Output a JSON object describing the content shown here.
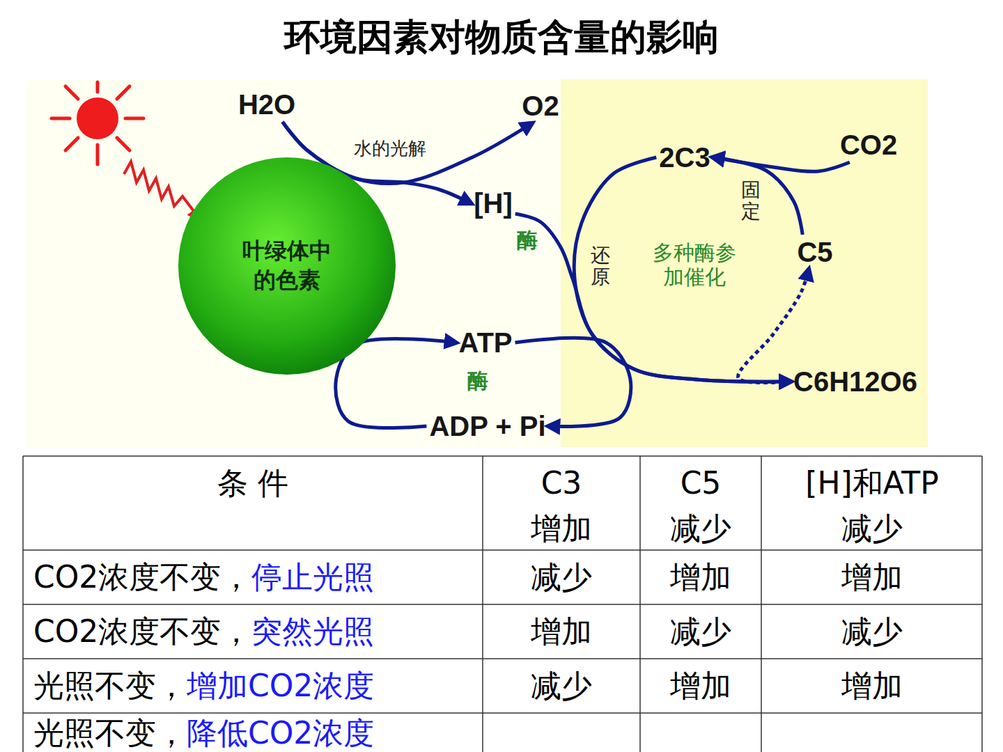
{
  "diagram": {
    "title": "环境因素对物质含量的影响",
    "nodes": [
      {
        "text": [
          "叶绿体中的色素"
        ]
      },
      {
        "text": [
          "H2O"
        ]
      },
      {
        "text": [
          "O2"
        ]
      },
      {
        "text": [
          "[H]"
        ]
      },
      {
        "text": [
          "ATP"
        ]
      },
      {
        "text": [
          "ADP + Pi"
        ]
      },
      {
        "text": [
          "2C3"
        ]
      },
      {
        "text": [
          "CO2"
        ]
      },
      {
        "text": [
          "C5"
        ]
      },
      {
        "text": [
          "C6H12O6"
        ]
      }
    ],
    "edges": [
      {
        "from": 1,
        "to": 2,
        "arrow": "to",
        "label": "水的光解"
      },
      {
        "from": 1,
        "to": 3,
        "arrow": "to"
      },
      {
        "from": 3,
        "to": 9,
        "arrow": "to"
      },
      {
        "from": 7,
        "to": 6,
        "arrow": "to"
      },
      {
        "from": 8,
        "to": 6,
        "arrow": "to",
        "label": "固定"
      },
      {
        "from": 6,
        "to": 9,
        "arrow": "to",
        "label": "还原"
      },
      {
        "from": 9,
        "to": 8,
        "arrow": "to"
      },
      {
        "from": 4,
        "to": 5,
        "arrow": "to"
      },
      {
        "from": 5,
        "to": 4,
        "arrow": "to"
      }
    ],
    "labels": [
      "酶",
      "酶",
      "多种酶参加催化",
      "条 件",
      "C3",
      "增加",
      "C5",
      "减少",
      "[H]和ATP",
      "减少",
      "CO2浓度不变，",
      "停止光照",
      "减少",
      "增加",
      "增加",
      "CO2浓度不变，",
      "突然光照",
      "增加",
      "减少",
      "减少",
      "光照不变，",
      "增加CO2浓度",
      "减少",
      "增加",
      "增加",
      "光照不变，",
      "降低CO2浓度"
    ]
  }
}
